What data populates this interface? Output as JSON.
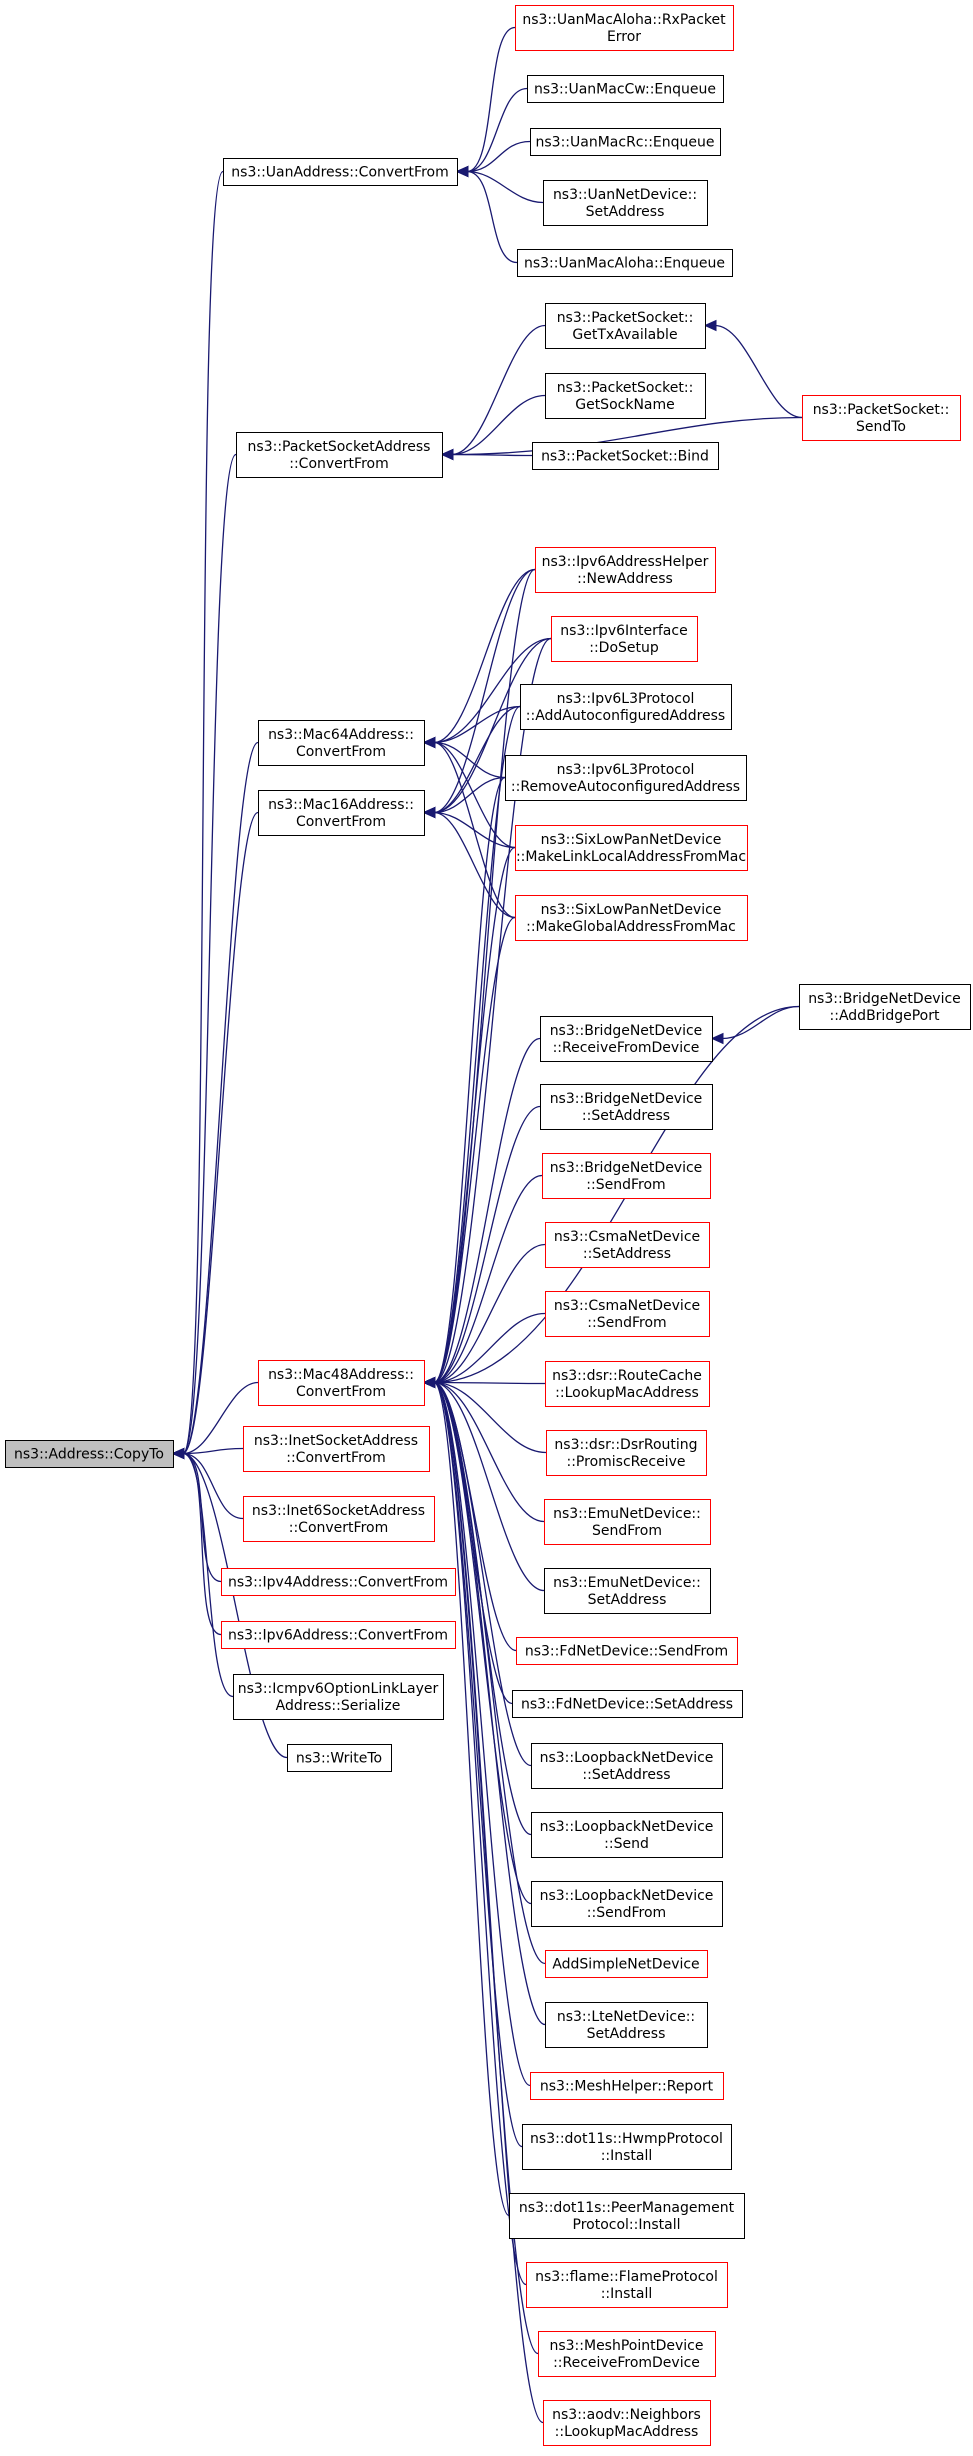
{
  "diagram": {
    "colors": {
      "edge": "#191970",
      "box_border_black": "#000000",
      "box_border_red": "#ff0000",
      "root_fill": "#bfbfbf",
      "box_fill": "#ffffff"
    },
    "nodes": {
      "root": {
        "lines": [
          "ns3::Address::CopyTo"
        ],
        "style": "root"
      },
      "uan_convert": {
        "lines": [
          "ns3::UanAddress::ConvertFrom"
        ],
        "style": "black"
      },
      "uan_aloha_rx": {
        "lines": [
          "ns3::UanMacAloha::RxPacket",
          "Error"
        ],
        "style": "red"
      },
      "uan_cw_enq": {
        "lines": [
          "ns3::UanMacCw::Enqueue"
        ],
        "style": "black"
      },
      "uan_rc_enq": {
        "lines": [
          "ns3::UanMacRc::Enqueue"
        ],
        "style": "black"
      },
      "uan_netdev_setaddr": {
        "lines": [
          "ns3::UanNetDevice::",
          "SetAddress"
        ],
        "style": "black"
      },
      "uan_aloha_enq": {
        "lines": [
          "ns3::UanMacAloha::Enqueue"
        ],
        "style": "black"
      },
      "ps_convert": {
        "lines": [
          "ns3::PacketSocketAddress",
          "::ConvertFrom"
        ],
        "style": "black"
      },
      "ps_gettx": {
        "lines": [
          "ns3::PacketSocket::",
          "GetTxAvailable"
        ],
        "style": "black"
      },
      "ps_getsock": {
        "lines": [
          "ns3::PacketSocket::",
          "GetSockName"
        ],
        "style": "black"
      },
      "ps_bind": {
        "lines": [
          "ns3::PacketSocket::Bind"
        ],
        "style": "black"
      },
      "ps_sendto": {
        "lines": [
          "ns3::PacketSocket::",
          "SendTo"
        ],
        "style": "red"
      },
      "mac64_convert": {
        "lines": [
          "ns3::Mac64Address::",
          "ConvertFrom"
        ],
        "style": "black"
      },
      "mac16_convert": {
        "lines": [
          "ns3::Mac16Address::",
          "ConvertFrom"
        ],
        "style": "black"
      },
      "ipv6helper_newaddr": {
        "lines": [
          "ns3::Ipv6AddressHelper",
          "::NewAddress"
        ],
        "style": "red"
      },
      "ipv6iface_dosetup": {
        "lines": [
          "ns3::Ipv6Interface",
          "::DoSetup"
        ],
        "style": "red"
      },
      "ipv6l3_addauto": {
        "lines": [
          "ns3::Ipv6L3Protocol",
          "::AddAutoconfiguredAddress"
        ],
        "style": "black"
      },
      "ipv6l3_removeauto": {
        "lines": [
          "ns3::Ipv6L3Protocol",
          "::RemoveAutoconfiguredAddress"
        ],
        "style": "black"
      },
      "sixlowpan_linklocal": {
        "lines": [
          "ns3::SixLowPanNetDevice",
          "::MakeLinkLocalAddressFromMac"
        ],
        "style": "red"
      },
      "sixlowpan_global": {
        "lines": [
          "ns3::SixLowPanNetDevice",
          "::MakeGlobalAddressFromMac"
        ],
        "style": "red"
      },
      "bridge_addport": {
        "lines": [
          "ns3::BridgeNetDevice",
          "::AddBridgePort"
        ],
        "style": "black"
      },
      "bridge_receive": {
        "lines": [
          "ns3::BridgeNetDevice",
          "::ReceiveFromDevice"
        ],
        "style": "black"
      },
      "bridge_setaddr": {
        "lines": [
          "ns3::BridgeNetDevice",
          "::SetAddress"
        ],
        "style": "black"
      },
      "bridge_sendfrom": {
        "lines": [
          "ns3::BridgeNetDevice",
          "::SendFrom"
        ],
        "style": "red"
      },
      "csma_setaddr": {
        "lines": [
          "ns3::CsmaNetDevice",
          "::SetAddress"
        ],
        "style": "red"
      },
      "csma_sendfrom": {
        "lines": [
          "ns3::CsmaNetDevice",
          "::SendFrom"
        ],
        "style": "red"
      },
      "dsr_lookup": {
        "lines": [
          "ns3::dsr::RouteCache",
          "::LookupMacAddress"
        ],
        "style": "red"
      },
      "dsr_promisc": {
        "lines": [
          "ns3::dsr::DsrRouting",
          "::PromiscReceive"
        ],
        "style": "red"
      },
      "emu_sendfrom": {
        "lines": [
          "ns3::EmuNetDevice::",
          "SendFrom"
        ],
        "style": "red"
      },
      "emu_setaddr": {
        "lines": [
          "ns3::EmuNetDevice::",
          "SetAddress"
        ],
        "style": "black"
      },
      "fd_sendfrom": {
        "lines": [
          "ns3::FdNetDevice::SendFrom"
        ],
        "style": "red"
      },
      "fd_setaddr": {
        "lines": [
          "ns3::FdNetDevice::SetAddress"
        ],
        "style": "black"
      },
      "loop_setaddr": {
        "lines": [
          "ns3::LoopbackNetDevice",
          "::SetAddress"
        ],
        "style": "black"
      },
      "loop_send": {
        "lines": [
          "ns3::LoopbackNetDevice",
          "::Send"
        ],
        "style": "black"
      },
      "loop_sendfrom": {
        "lines": [
          "ns3::LoopbackNetDevice",
          "::SendFrom"
        ],
        "style": "black"
      },
      "addsimple": {
        "lines": [
          "AddSimpleNetDevice"
        ],
        "style": "red"
      },
      "lte_setaddr": {
        "lines": [
          "ns3::LteNetDevice::",
          "SetAddress"
        ],
        "style": "black"
      },
      "mesh_report": {
        "lines": [
          "ns3::MeshHelper::Report"
        ],
        "style": "red"
      },
      "hwmp_install": {
        "lines": [
          "ns3::dot11s::HwmpProtocol",
          "::Install"
        ],
        "style": "black"
      },
      "peer_install": {
        "lines": [
          "ns3::dot11s::PeerManagement",
          "Protocol::Install"
        ],
        "style": "black"
      },
      "flame_install": {
        "lines": [
          "ns3::flame::FlameProtocol",
          "::Install"
        ],
        "style": "red"
      },
      "meshpoint_receive": {
        "lines": [
          "ns3::MeshPointDevice",
          "::ReceiveFromDevice"
        ],
        "style": "red"
      },
      "aodv_lookup": {
        "lines": [
          "ns3::aodv::Neighbors",
          "::LookupMacAddress"
        ],
        "style": "red"
      },
      "mac48_convert": {
        "lines": [
          "ns3::Mac48Address::",
          "ConvertFrom"
        ],
        "style": "red"
      },
      "inet_convert": {
        "lines": [
          "ns3::InetSocketAddress",
          "::ConvertFrom"
        ],
        "style": "red"
      },
      "inet6_convert": {
        "lines": [
          "ns3::Inet6SocketAddress",
          "::ConvertFrom"
        ],
        "style": "red"
      },
      "ipv4_convert": {
        "lines": [
          "ns3::Ipv4Address::ConvertFrom"
        ],
        "style": "red"
      },
      "ipv6_convert": {
        "lines": [
          "ns3::Ipv6Address::ConvertFrom"
        ],
        "style": "red"
      },
      "icmpv6_serialize": {
        "lines": [
          "ns3::Icmpv6OptionLinkLayer",
          "Address::Serialize"
        ],
        "style": "black"
      },
      "writeto": {
        "lines": [
          "ns3::WriteTo"
        ],
        "style": "black"
      }
    },
    "edges": [
      [
        "root",
        "uan_convert"
      ],
      [
        "root",
        "ps_convert"
      ],
      [
        "root",
        "mac64_convert"
      ],
      [
        "root",
        "mac16_convert"
      ],
      [
        "root",
        "mac48_convert"
      ],
      [
        "root",
        "inet_convert"
      ],
      [
        "root",
        "inet6_convert"
      ],
      [
        "root",
        "ipv4_convert"
      ],
      [
        "root",
        "ipv6_convert"
      ],
      [
        "root",
        "icmpv6_serialize"
      ],
      [
        "root",
        "writeto"
      ],
      [
        "uan_convert",
        "uan_aloha_rx"
      ],
      [
        "uan_convert",
        "uan_cw_enq"
      ],
      [
        "uan_convert",
        "uan_rc_enq"
      ],
      [
        "uan_convert",
        "uan_netdev_setaddr"
      ],
      [
        "uan_convert",
        "uan_aloha_enq"
      ],
      [
        "ps_convert",
        "ps_gettx"
      ],
      [
        "ps_convert",
        "ps_getsock"
      ],
      [
        "ps_convert",
        "ps_bind"
      ],
      [
        "ps_convert",
        "ps_sendto"
      ],
      [
        "ps_gettx",
        "ps_sendto"
      ],
      [
        "mac64_convert",
        "ipv6helper_newaddr"
      ],
      [
        "mac64_convert",
        "ipv6iface_dosetup"
      ],
      [
        "mac64_convert",
        "ipv6l3_addauto"
      ],
      [
        "mac64_convert",
        "ipv6l3_removeauto"
      ],
      [
        "mac64_convert",
        "sixlowpan_linklocal"
      ],
      [
        "mac64_convert",
        "sixlowpan_global"
      ],
      [
        "mac16_convert",
        "ipv6helper_newaddr"
      ],
      [
        "mac16_convert",
        "ipv6iface_dosetup"
      ],
      [
        "mac16_convert",
        "ipv6l3_addauto"
      ],
      [
        "mac16_convert",
        "ipv6l3_removeauto"
      ],
      [
        "mac16_convert",
        "sixlowpan_linklocal"
      ],
      [
        "mac16_convert",
        "sixlowpan_global"
      ],
      [
        "bridge_receive",
        "bridge_addport"
      ],
      [
        "mac48_convert",
        "ipv6helper_newaddr"
      ],
      [
        "mac48_convert",
        "ipv6iface_dosetup"
      ],
      [
        "mac48_convert",
        "ipv6l3_addauto"
      ],
      [
        "mac48_convert",
        "ipv6l3_removeauto"
      ],
      [
        "mac48_convert",
        "sixlowpan_linklocal"
      ],
      [
        "mac48_convert",
        "sixlowpan_global"
      ],
      [
        "mac48_convert",
        "bridge_addport"
      ],
      [
        "mac48_convert",
        "bridge_receive"
      ],
      [
        "mac48_convert",
        "bridge_setaddr"
      ],
      [
        "mac48_convert",
        "bridge_sendfrom"
      ],
      [
        "mac48_convert",
        "csma_setaddr"
      ],
      [
        "mac48_convert",
        "csma_sendfrom"
      ],
      [
        "mac48_convert",
        "dsr_lookup"
      ],
      [
        "mac48_convert",
        "dsr_promisc"
      ],
      [
        "mac48_convert",
        "emu_sendfrom"
      ],
      [
        "mac48_convert",
        "emu_setaddr"
      ],
      [
        "mac48_convert",
        "fd_sendfrom"
      ],
      [
        "mac48_convert",
        "fd_setaddr"
      ],
      [
        "mac48_convert",
        "loop_setaddr"
      ],
      [
        "mac48_convert",
        "loop_send"
      ],
      [
        "mac48_convert",
        "loop_sendfrom"
      ],
      [
        "mac48_convert",
        "addsimple"
      ],
      [
        "mac48_convert",
        "lte_setaddr"
      ],
      [
        "mac48_convert",
        "mesh_report"
      ],
      [
        "mac48_convert",
        "hwmp_install"
      ],
      [
        "mac48_convert",
        "peer_install"
      ],
      [
        "mac48_convert",
        "flame_install"
      ],
      [
        "mac48_convert",
        "meshpoint_receive"
      ],
      [
        "mac48_convert",
        "aodv_lookup"
      ]
    ]
  }
}
